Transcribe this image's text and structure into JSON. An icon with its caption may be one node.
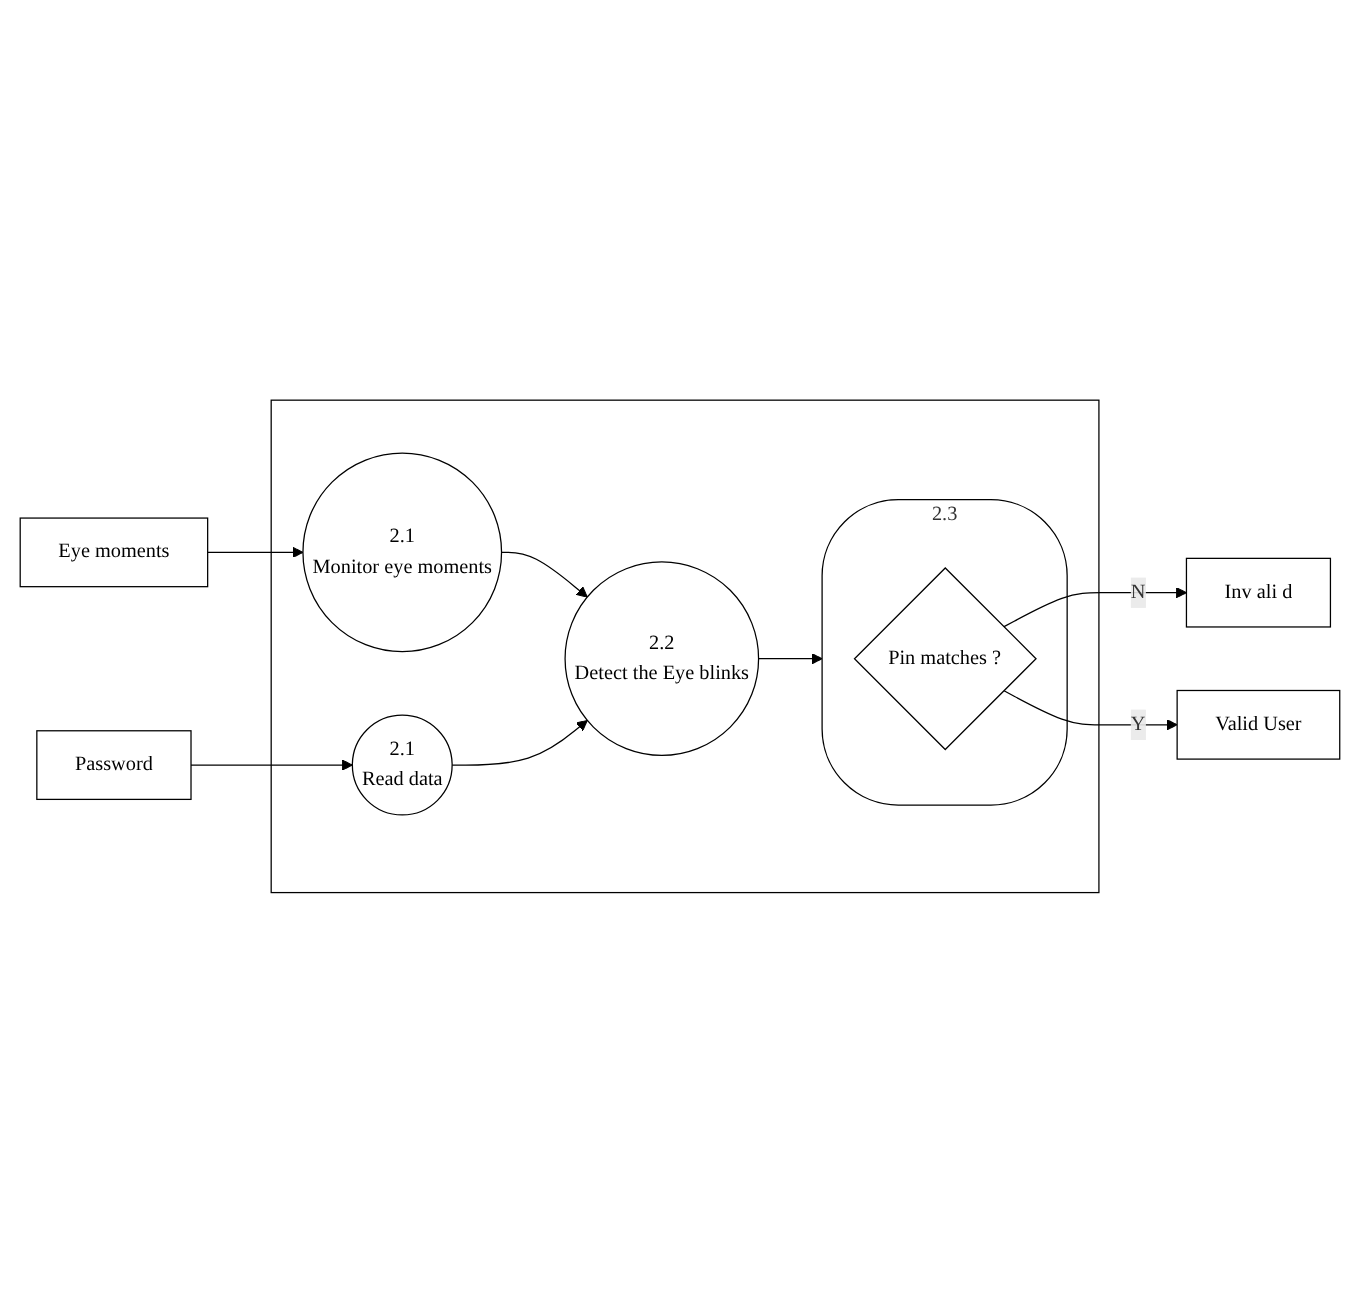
{
  "diagram": {
    "nodes": [
      {
        "text": [],
        "shape": "box"
      },
      {
        "text": [
          "Eye moments"
        ]
      },
      {
        "text": [
          "2.1",
          "Monitor eye moments"
        ],
        "in": 0
      },
      {
        "text": [
          "2.2",
          "Detect the Eye blinks"
        ],
        "in": 0
      },
      {
        "text": [
          "Password"
        ]
      },
      {
        "text": [
          "2.1",
          "Read data"
        ],
        "in": 0
      },
      {
        "text": [
          "2.3"
        ],
        "in": 0
      },
      {
        "text": [
          "Pin matches ?"
        ],
        "in": 6
      },
      {
        "text": [
          "Inv ali d"
        ]
      },
      {
        "text": [
          "Valid User"
        ]
      }
    ],
    "edges": [
      {
        "from": 1,
        "to": 2,
        "arrow": "to"
      },
      {
        "from": 2,
        "to": 3,
        "arrow": "to"
      },
      {
        "from": 4,
        "to": 5,
        "arrow": "to"
      },
      {
        "from": 5,
        "to": 3,
        "arrow": "to"
      },
      {
        "from": 3,
        "to": 6,
        "arrow": "to"
      },
      {
        "from": 7,
        "to": 8,
        "arrow": "to",
        "label": "N"
      },
      {
        "from": 7,
        "to": 9,
        "arrow": "to",
        "label": "Y"
      }
    ]
  }
}
